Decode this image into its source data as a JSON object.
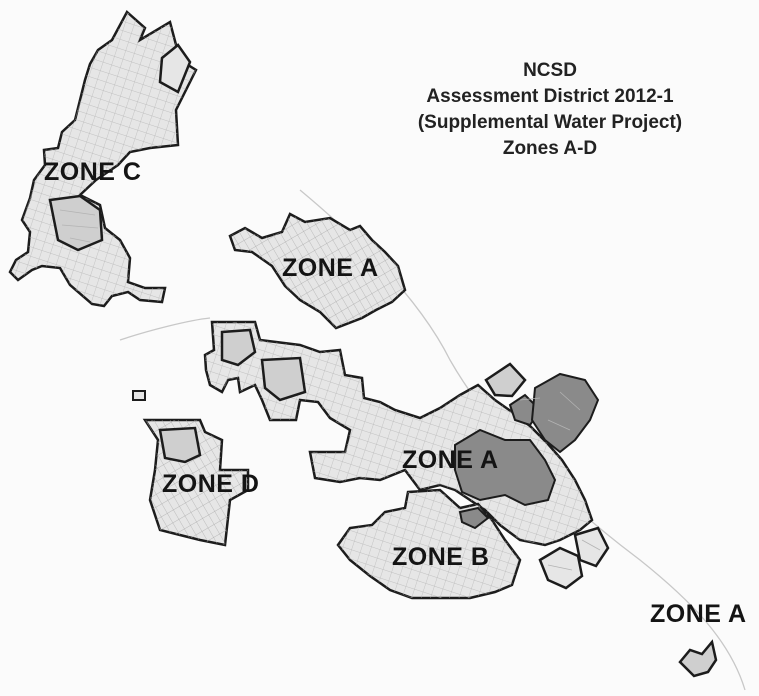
{
  "title": {
    "line1": "NCSD",
    "line2": "Assessment District 2012-1",
    "line3": "(Supplemental Water Project)",
    "line4": "Zones A-D"
  },
  "zones": {
    "zone_c": "ZONE C",
    "zone_a_north": "ZONE A",
    "zone_a_central": "ZONE A",
    "zone_d": "ZONE D",
    "zone_b": "ZONE B",
    "zone_a_south": "ZONE A"
  },
  "colors": {
    "background": "#fbfbfb",
    "zone_fill": "#e6e6e6",
    "boundary": "#1c1c1c",
    "dense_area": "#8a8a8a"
  }
}
